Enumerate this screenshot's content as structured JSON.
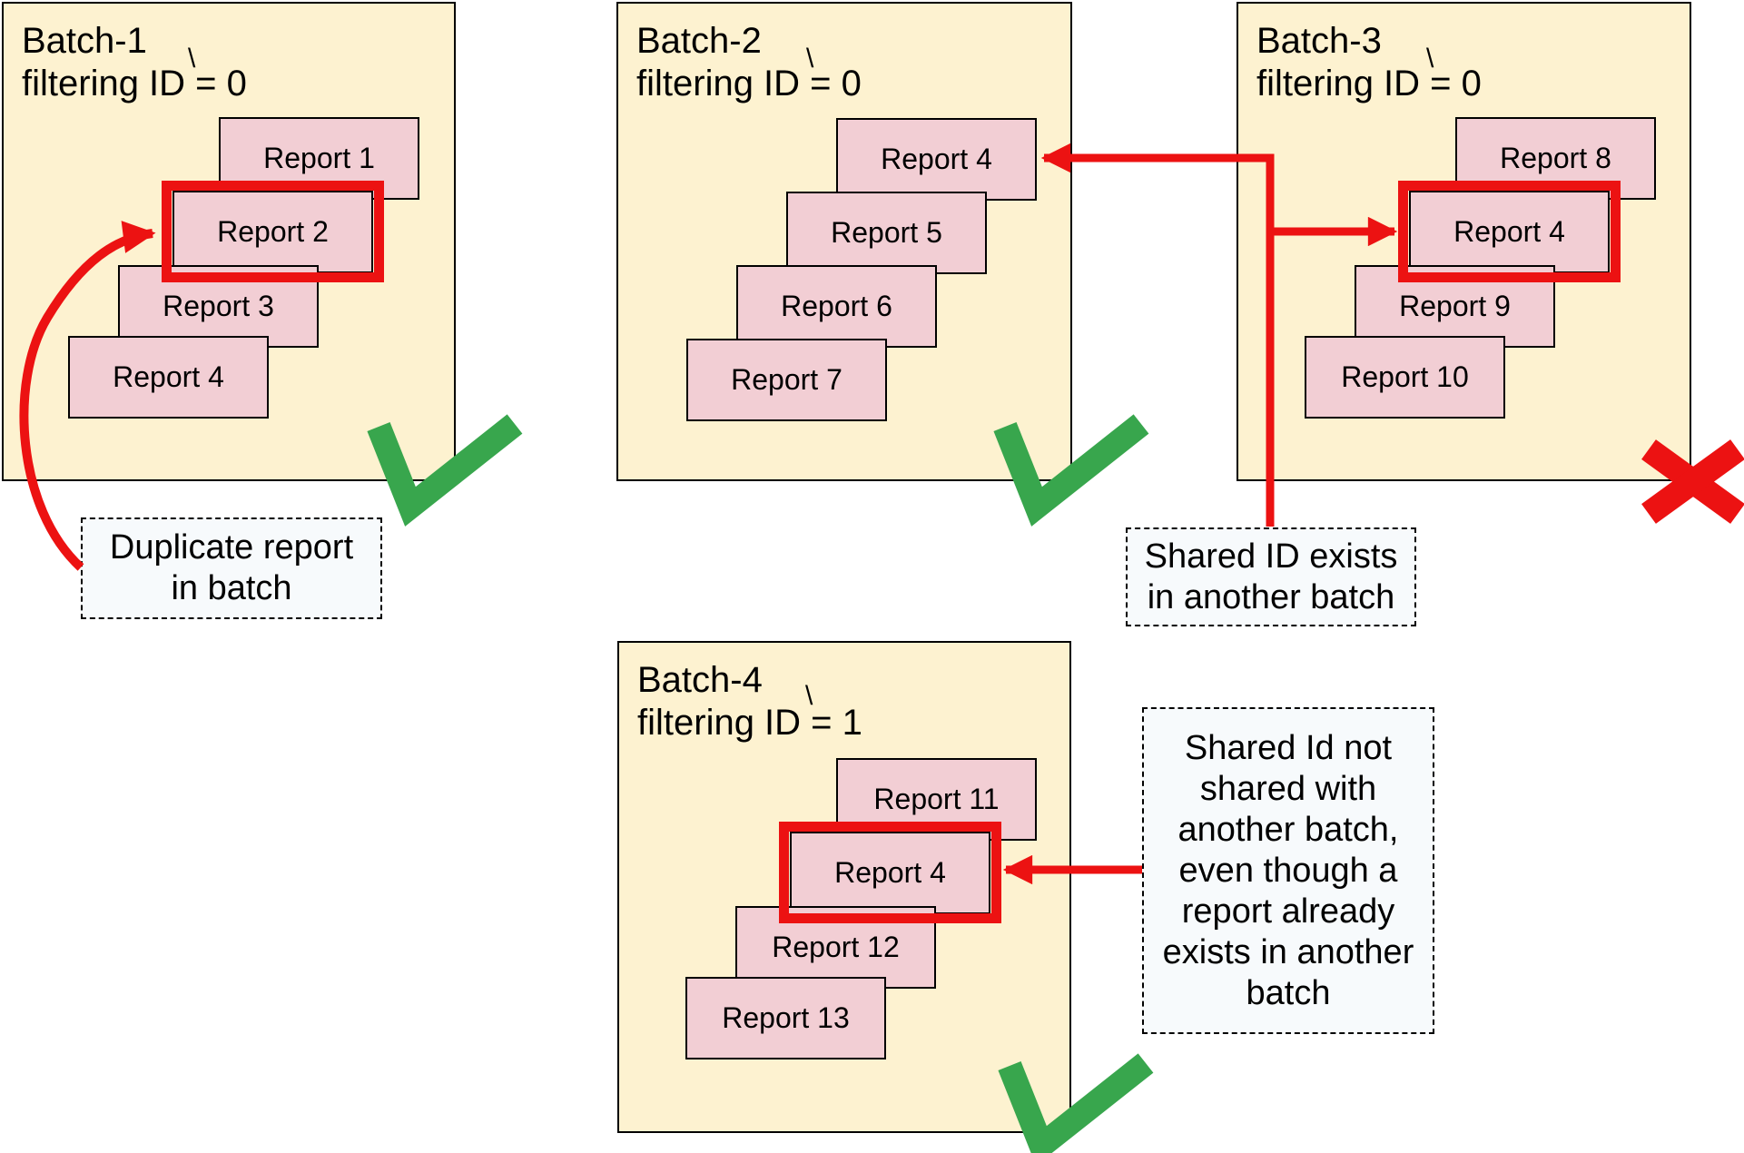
{
  "diagram": {
    "tick_mark": "\\",
    "batches": [
      {
        "name": "batch-1",
        "title_line1": "Batch-1",
        "title_line2": "filtering ID = 0",
        "status": "valid",
        "status_icon": "checkmark-icon",
        "reports": [
          {
            "label": "Report 1",
            "highlighted": false
          },
          {
            "label": "Report 2",
            "highlighted": true
          },
          {
            "label": "Report 3",
            "highlighted": false
          },
          {
            "label": "Report 4",
            "highlighted": false
          }
        ]
      },
      {
        "name": "batch-2",
        "title_line1": "Batch-2",
        "title_line2": "filtering ID = 0",
        "status": "valid",
        "status_icon": "checkmark-icon",
        "reports": [
          {
            "label": "Report 4",
            "highlighted": false
          },
          {
            "label": "Report 5",
            "highlighted": false
          },
          {
            "label": "Report 6",
            "highlighted": false
          },
          {
            "label": "Report 7",
            "highlighted": false
          }
        ]
      },
      {
        "name": "batch-3",
        "title_line1": "Batch-3",
        "title_line2": "filtering ID = 0",
        "status": "invalid",
        "status_icon": "cross-icon",
        "reports": [
          {
            "label": "Report 8",
            "highlighted": false
          },
          {
            "label": "Report 4",
            "highlighted": true
          },
          {
            "label": "Report 9",
            "highlighted": false
          },
          {
            "label": "Report 10",
            "highlighted": false
          }
        ]
      },
      {
        "name": "batch-4",
        "title_line1": "Batch-4",
        "title_line2": "filtering ID = 1",
        "status": "valid",
        "status_icon": "checkmark-icon",
        "reports": [
          {
            "label": "Report 11",
            "highlighted": false
          },
          {
            "label": "Report 4",
            "highlighted": true
          },
          {
            "label": "Report 12",
            "highlighted": false
          },
          {
            "label": "Report 13",
            "highlighted": false
          }
        ]
      }
    ],
    "annotations": [
      {
        "name": "duplicate-note",
        "text": "Duplicate report\nin batch"
      },
      {
        "name": "shared-id-note",
        "text": "Shared ID exists\nin another batch"
      },
      {
        "name": "not-shared-note",
        "text": "Shared Id not\nshared with\nanother batch,\neven though a\nreport already\nexists in another\nbatch"
      }
    ],
    "colors": {
      "panel_fill": "#FDF2D0",
      "panel_border": "#000000",
      "report_fill": "#F2CED4",
      "report_border": "#000000",
      "highlight_red": "#EC1212",
      "arrow_red": "#EC1212",
      "check_green": "#38A64D",
      "note_fill": "#F7FAFC",
      "note_border": "#000000"
    }
  }
}
